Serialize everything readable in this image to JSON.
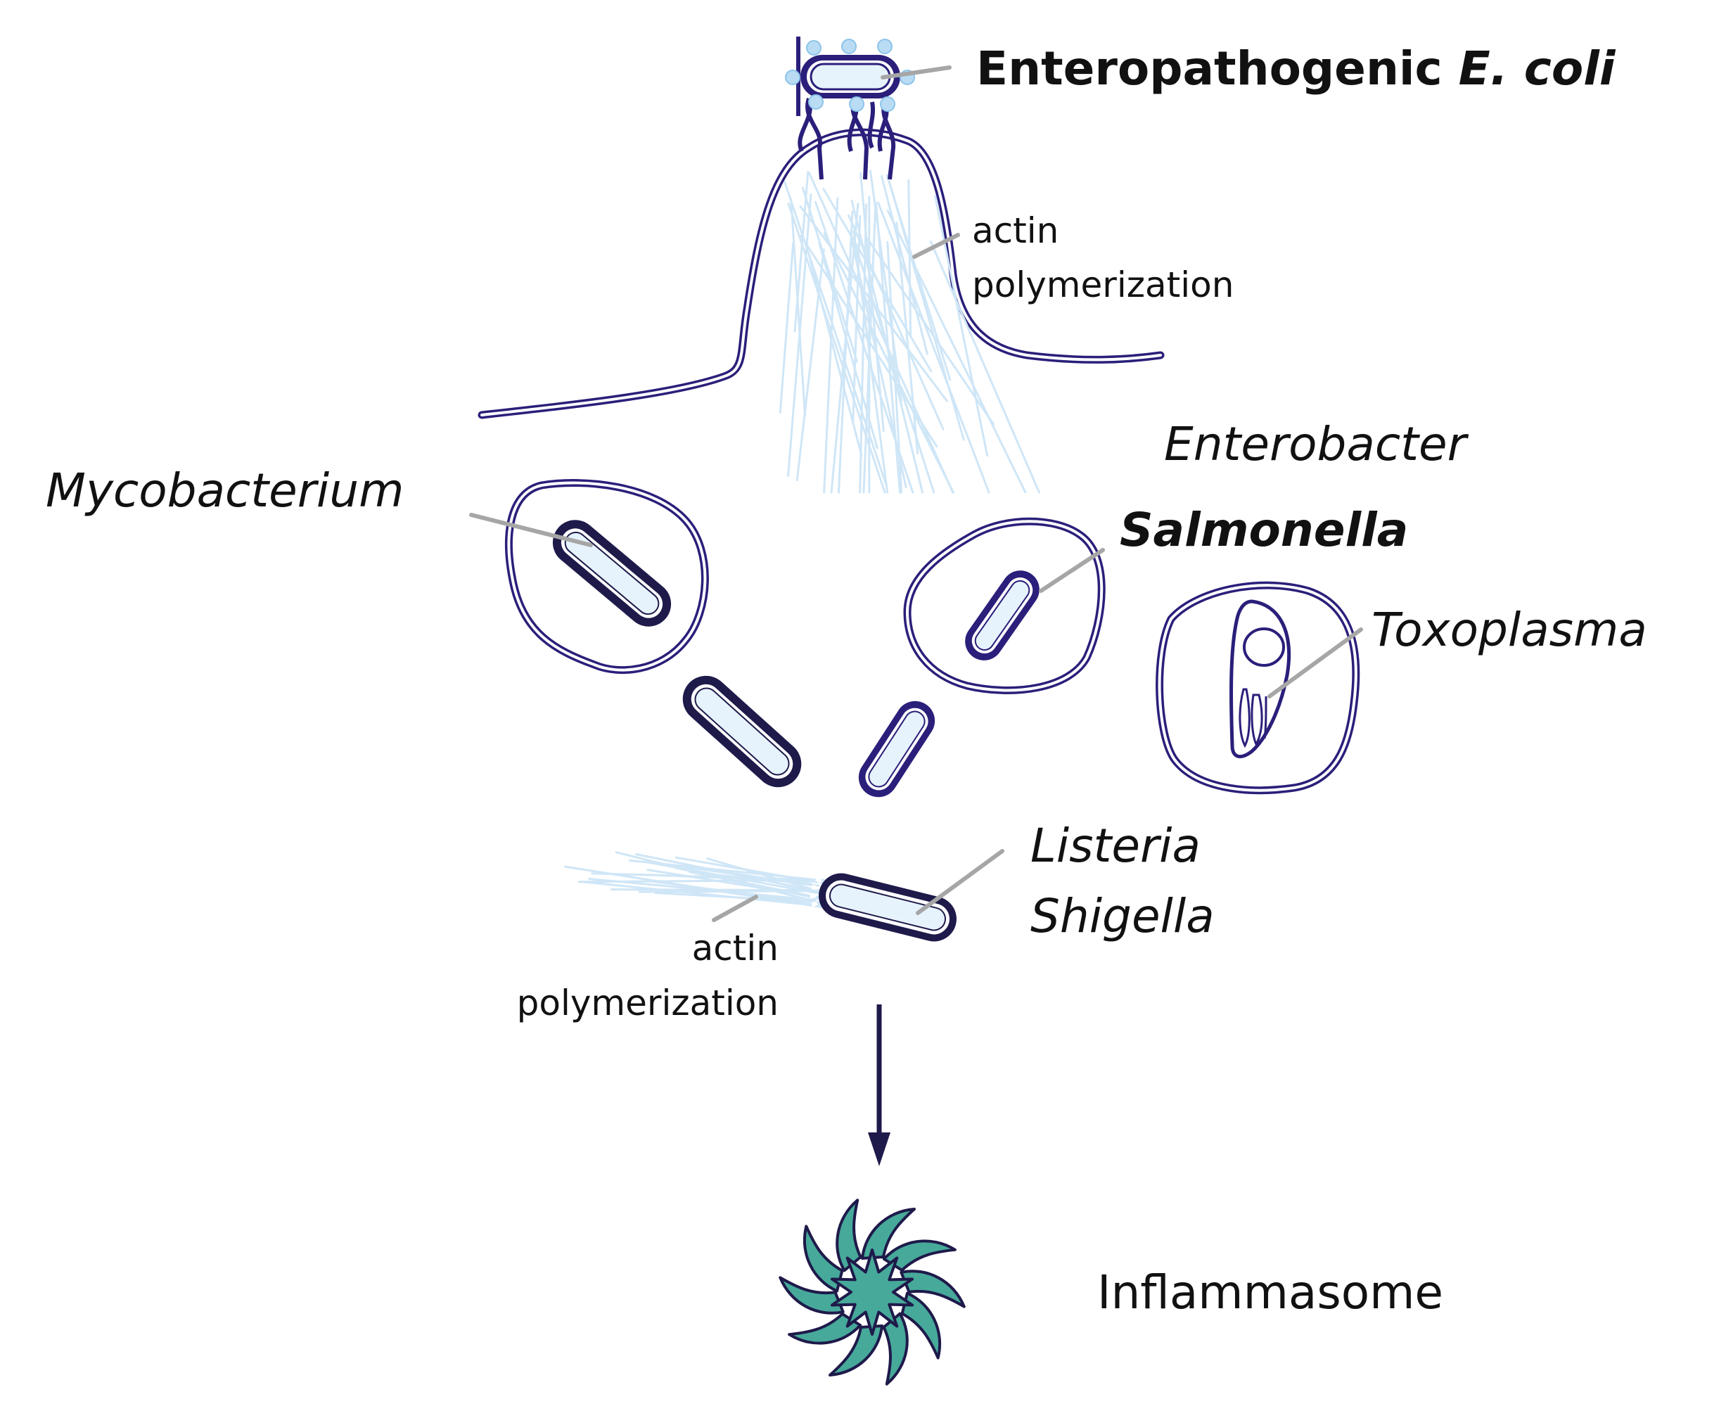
{
  "labels": {
    "epec": {
      "prefix": "Enteropathogenic ",
      "emph": "E. coli"
    },
    "actin_top_line1": "actin",
    "actin_top_line2": "polymerization",
    "enterobacter": "Enterobacter",
    "mycobacterium": "Mycobacterium",
    "salmonella": "Salmonella",
    "toxoplasma": "Toxoplasma",
    "listeria": "Listeria",
    "shigella": "Shigella",
    "actin_bottom_line1": "actin",
    "actin_bottom_line2": "polymerization",
    "inflammasome": "Inflammasome"
  },
  "colors": {
    "membrane": "#2a1f7a",
    "bacterium_fill": "#e6f3fc",
    "mycobacterium_wall": "#1e1a4a",
    "actin": "#cfe6f7",
    "inflammasome": "#47a99a",
    "pointer": "#a6a6a6",
    "arrow": "#1e1a4a"
  },
  "icons": {
    "inflammasome": "pinwheel-icon",
    "arrow": "arrow-down-icon"
  }
}
